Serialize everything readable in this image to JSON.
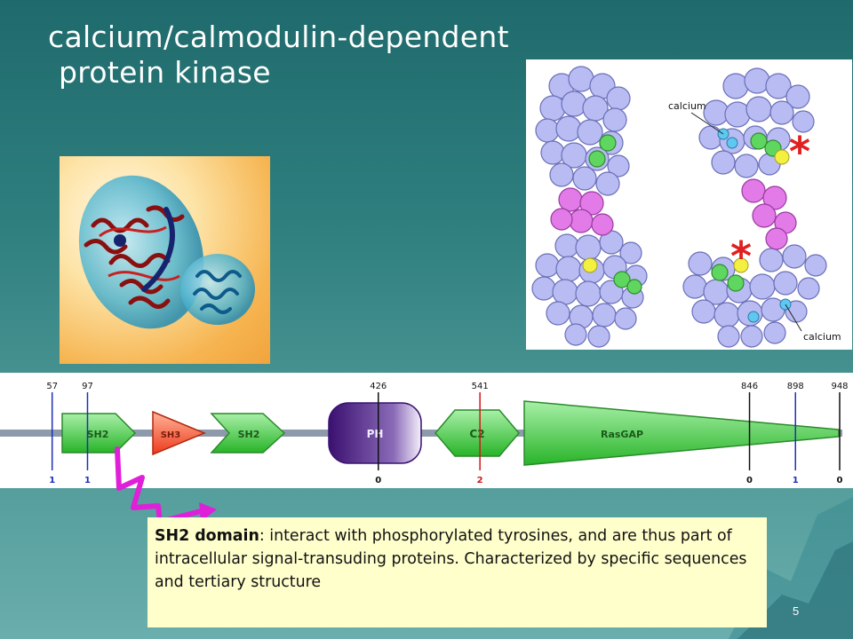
{
  "slide": {
    "title_line1": "calcium/calmodulin-dependent",
    "title_line2": "protein kinase",
    "page_number": "5"
  },
  "structure_right": {
    "label_calcium_top": "calcium",
    "label_calcium_bottom": "calcium",
    "marker_top": "*",
    "marker_bottom": "*"
  },
  "domain_map": {
    "positions": [
      {
        "pos": "57",
        "count": "1",
        "color": "#1c2fb8"
      },
      {
        "pos": "97",
        "count": "1",
        "color": "#1c2fb8"
      },
      {
        "pos": "426",
        "count": "0",
        "color": "#111111"
      },
      {
        "pos": "541",
        "count": "2",
        "color": "#d01818"
      },
      {
        "pos": "846",
        "count": "0",
        "color": "#111111"
      },
      {
        "pos": "898",
        "count": "1",
        "color": "#1c2fb8"
      },
      {
        "pos": "948",
        "count": "0",
        "color": "#111111"
      }
    ],
    "domains": [
      {
        "label": "SH2",
        "color": "#3cc23c"
      },
      {
        "label": "SH3",
        "color": "#f24a2a"
      },
      {
        "label": "SH2",
        "color": "#3cc23c"
      },
      {
        "label": "PH",
        "color": "#5a2a8a"
      },
      {
        "label": "C2",
        "color": "#3cc23c"
      },
      {
        "label": "RasGAP",
        "color": "#3cc23c"
      }
    ]
  },
  "callout": {
    "term": "SH2 domain",
    "text": ": interact with phosphorylated tyrosines, and are thus part of intracellular signal-transuding proteins. Characterized by specific sequences and tertiary structure"
  },
  "colors": {
    "accent_magenta": "#e020d8",
    "callout_bg": "#ffffcc"
  }
}
